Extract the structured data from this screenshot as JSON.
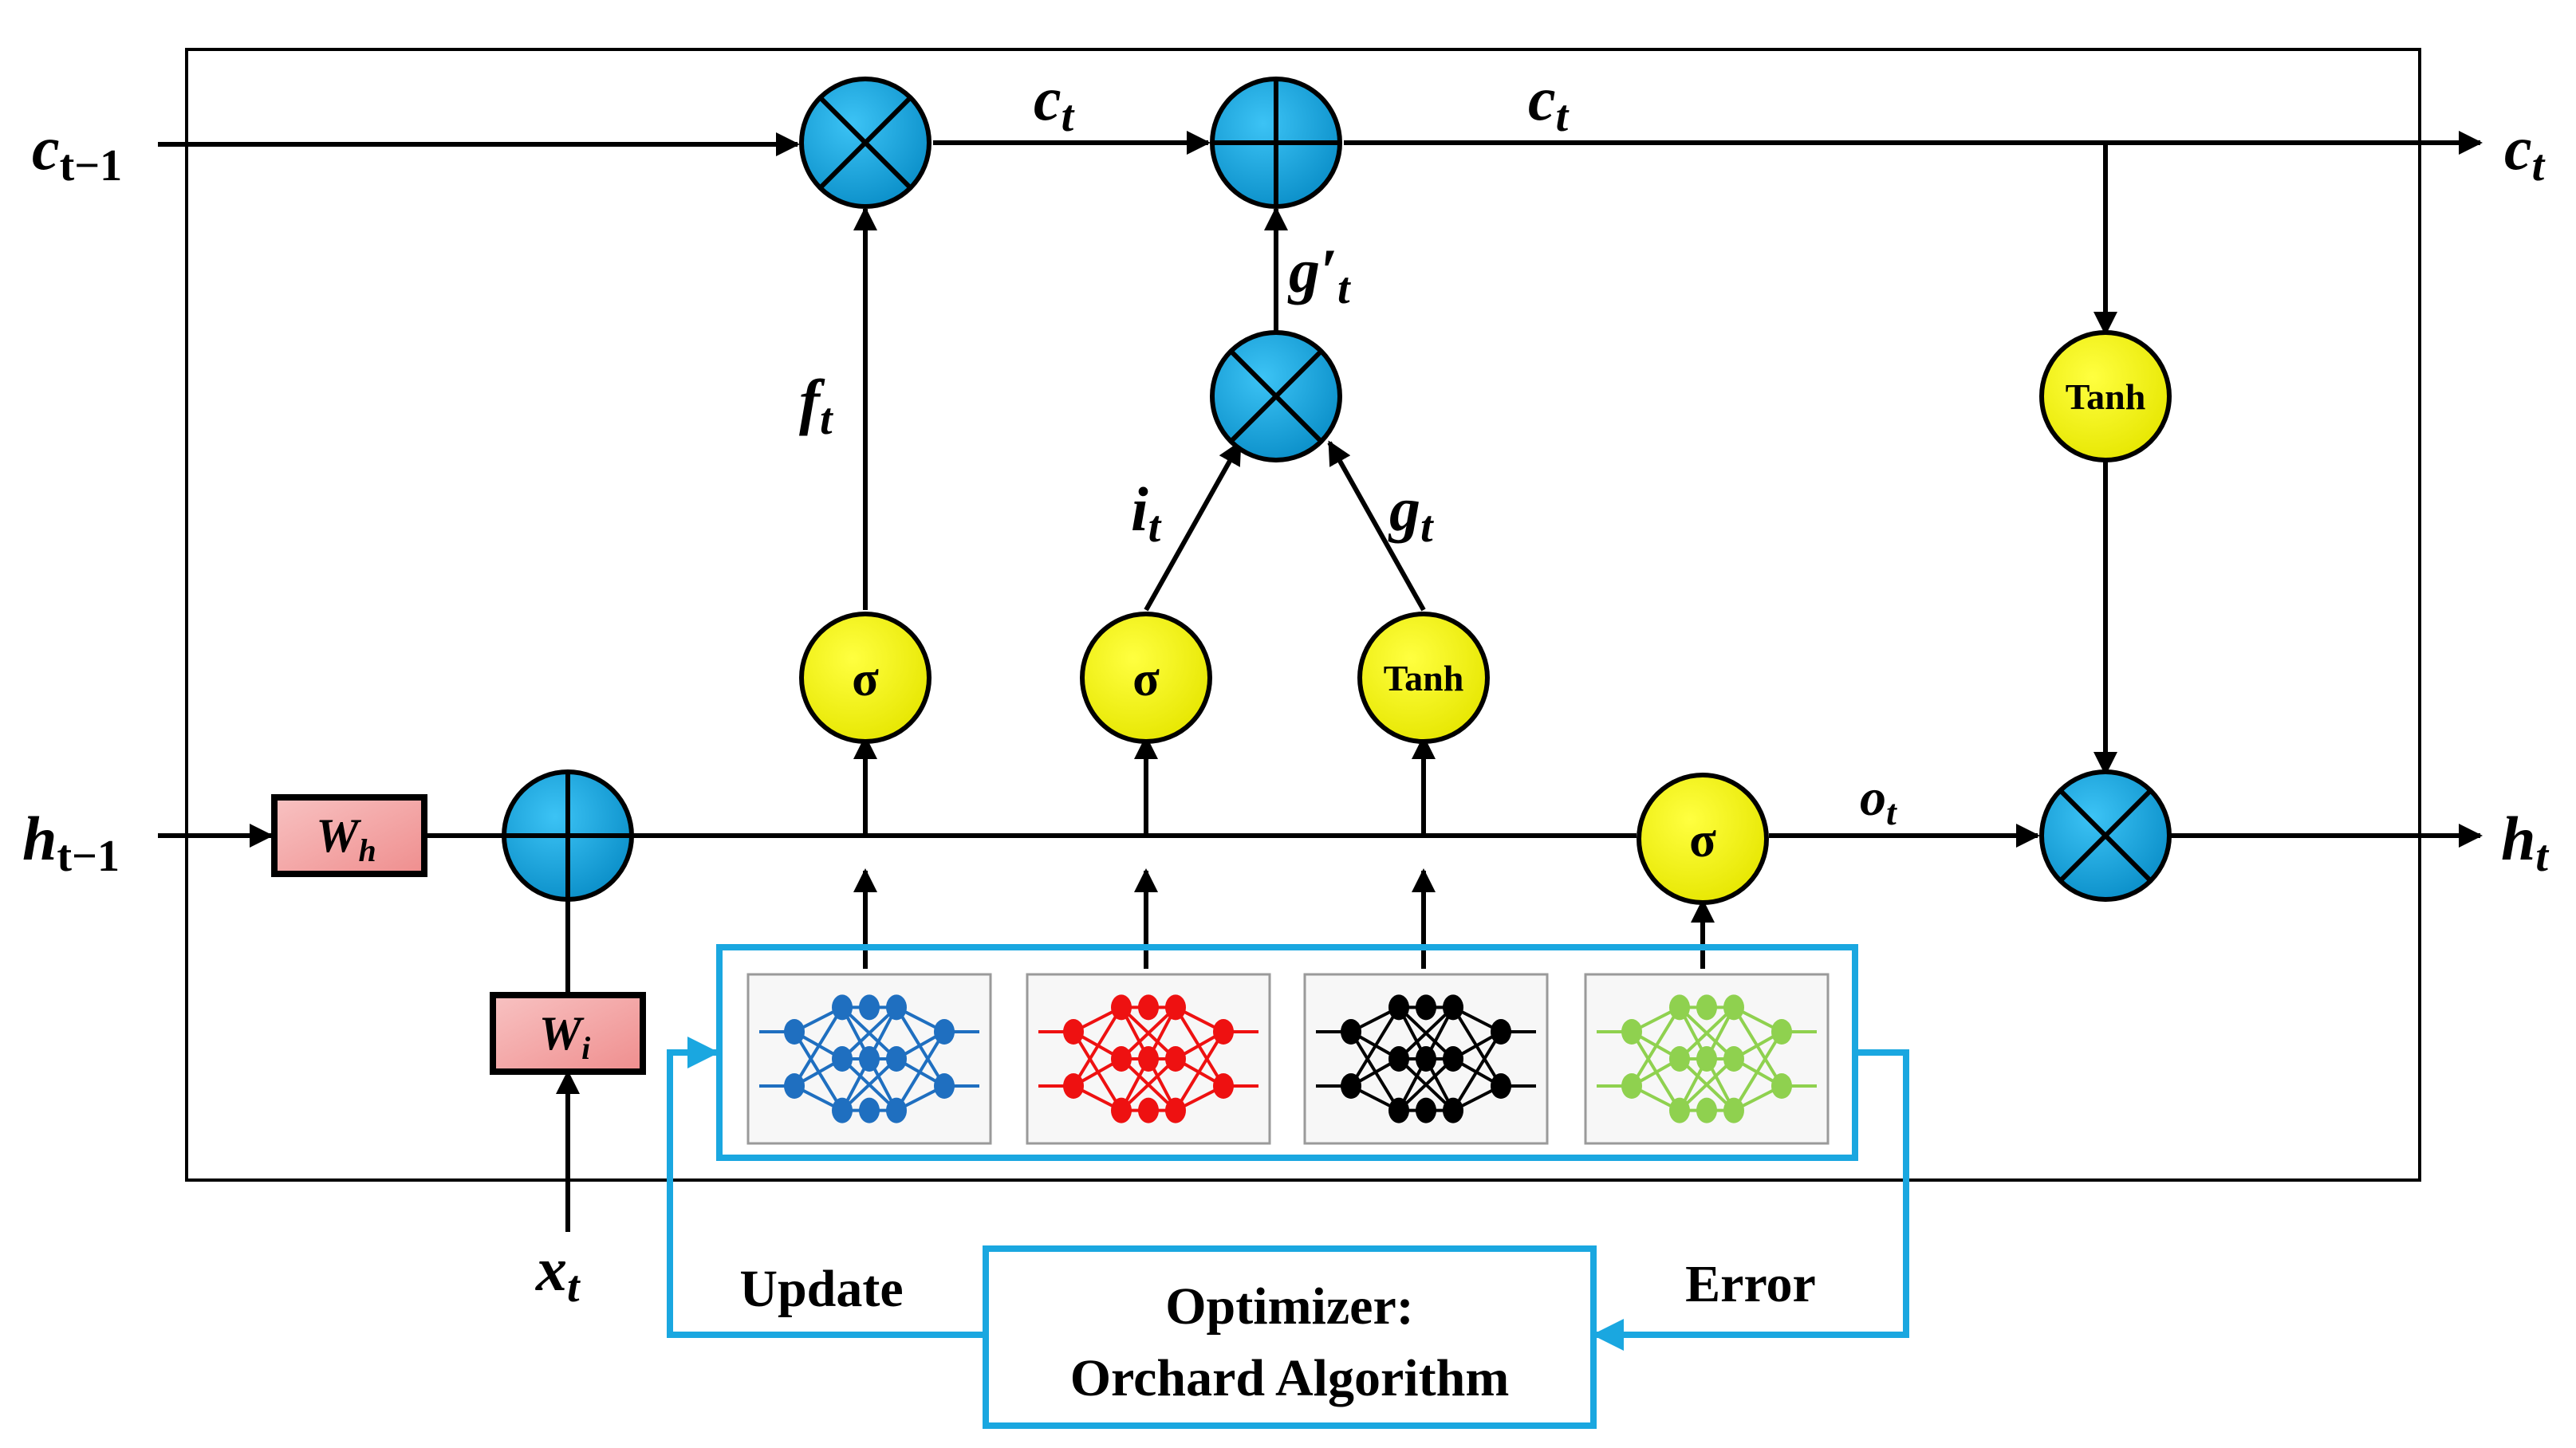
{
  "labels": {
    "c_prev": "c",
    "c_prev_sub": "t−1",
    "h_prev": "h",
    "h_prev_sub": "t−1",
    "c_out": "c",
    "c_out_sub": "t",
    "h_out": "h",
    "h_out_sub": "t",
    "x_in": "x",
    "x_in_sub": "t",
    "c_mid1": "c",
    "c_mid1_sub": "t",
    "c_mid2": "c",
    "c_mid2_sub": "t",
    "f": "f",
    "f_sub": "t",
    "i": "i",
    "i_sub": "t",
    "g": "g",
    "g_sub": "t",
    "g_prime": "g′",
    "g_prime_sub": "t",
    "o": "o",
    "o_sub": "t"
  },
  "weights": {
    "wh": "W",
    "wh_sub": "h",
    "wi": "W",
    "wi_sub": "i"
  },
  "gates": {
    "sigma": "σ",
    "tanh": "Tanh"
  },
  "feedback": {
    "update": "Update",
    "error": "Error",
    "optimizer_line1": "Optimizer:",
    "optimizer_line2": "Orchard Algorithm"
  },
  "colors": {
    "op_node": "#1aa7e0",
    "gate_node": "#ffff00",
    "weight_box": "#f4a6a6",
    "feedback_line": "#1aa7e0",
    "nn_blue": "#1f6fc0",
    "nn_red": "#ee1111",
    "nn_black": "#000000",
    "nn_green": "#8fd14f"
  }
}
